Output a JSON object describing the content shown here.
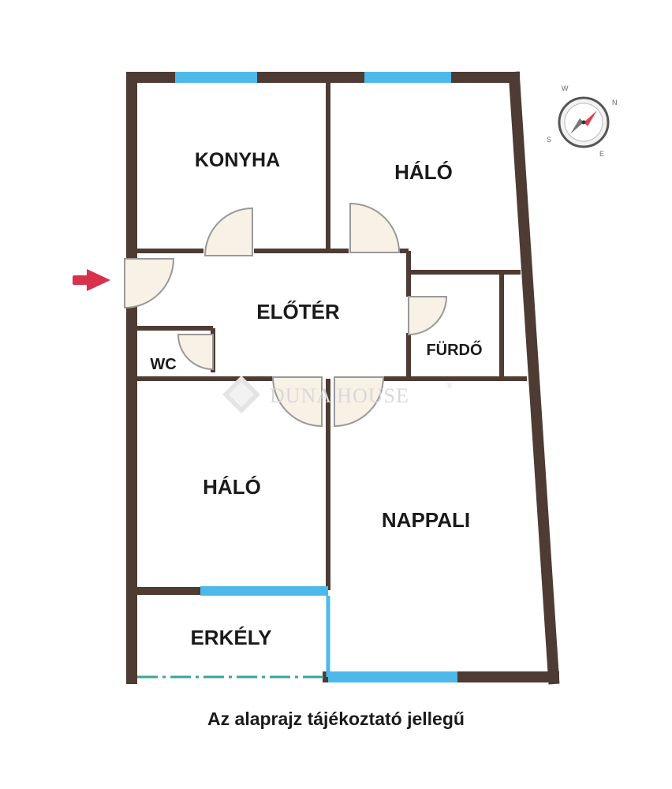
{
  "rooms": {
    "konyha": "KONYHA",
    "halo_top": "HÁLÓ",
    "eloter": "ELŐTÉR",
    "furdo": "FÜRDŐ",
    "wc": "WC",
    "halo_bottom": "HÁLÓ",
    "nappali": "NAPPALI",
    "erkely": "ERKÉLY"
  },
  "watermark": {
    "brand": "DUNA HOUSE",
    "registered": "®"
  },
  "compass": {
    "letters": [
      "W",
      "N",
      "S",
      "E"
    ]
  },
  "caption": "Az alaprajz tájékoztató jellegű",
  "colors": {
    "wall": "#4e3b33",
    "window": "#4db8ea",
    "door_fill": "#f7f1e6",
    "door_line": "#999999",
    "entrance_arrow": "#d9304b",
    "balcony_dash": "#3aa39a"
  }
}
